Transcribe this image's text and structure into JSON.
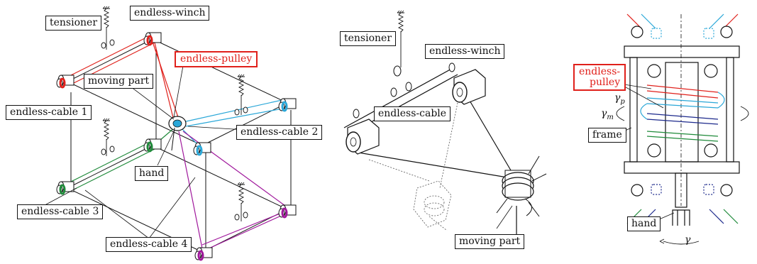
{
  "labels": {
    "tensioner_left": "tensioner",
    "endless_winch_left": "endless-winch",
    "endless_pulley_left": "endless-pulley",
    "moving_part_left": "moving part",
    "endless_cable_1": "endless-cable 1",
    "endless_cable_2": "endless-cable 2",
    "hand_left": "hand",
    "endless_cable_3": "endless-cable 3",
    "endless_cable_4": "endless-cable 4",
    "tensioner_mid": "tensioner",
    "endless_winch_mid": "endless-winch",
    "endless_cable_mid": "endless-cable",
    "moving_part_mid": "moving part",
    "endless_pulley_right": "endless-\npulley",
    "frame": "frame",
    "hand_right": "hand"
  },
  "math": {
    "gamma_m": "γ",
    "gamma_m_sub": "m",
    "gamma_p": "γ",
    "gamma_p_sub": "p",
    "gamma": "γ"
  },
  "colors": {
    "cable_1": "#e0201b",
    "cable_2": "#2aa7d8",
    "cable_3": "#1f8a3a",
    "cable_4": "#a0189c",
    "cable_5": "#1d2a8c",
    "highlight": "#e0201b",
    "ink": "#111111"
  }
}
